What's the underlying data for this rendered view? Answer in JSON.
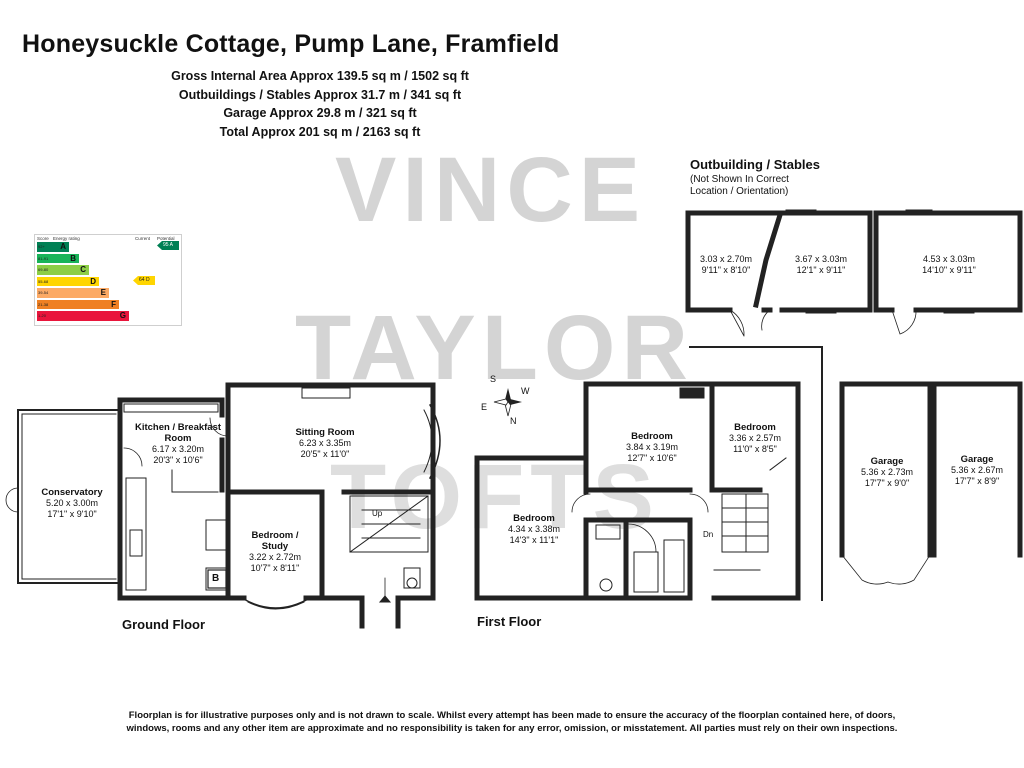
{
  "header": {
    "title": "Honeysuckle Cottage, Pump Lane, Framfield",
    "areas": [
      "Gross Internal Area Approx 139.5 sq m / 1502 sq ft",
      "Outbuildings / Stables Approx 31.7 m / 341 sq ft",
      "Garage Approx 29.8 m / 321 sq ft",
      "Total Approx 201 sq m / 2163 sq ft"
    ]
  },
  "watermark": {
    "line1": "VINCE",
    "line2": "TAYLOR",
    "line3": "TOFTS"
  },
  "epc": {
    "header_score": "Score",
    "header_rating": "Energy rating",
    "header_current": "Current",
    "header_potential": "Potential",
    "bands": [
      {
        "range": "92+",
        "letter": "A",
        "color": "#008054"
      },
      {
        "range": "81-91",
        "letter": "B",
        "color": "#19b459"
      },
      {
        "range": "69-80",
        "letter": "C",
        "color": "#8dce46"
      },
      {
        "range": "55-68",
        "letter": "D",
        "color": "#ffd500"
      },
      {
        "range": "39-54",
        "letter": "E",
        "color": "#fcaa65"
      },
      {
        "range": "21-38",
        "letter": "F",
        "color": "#ef8023"
      },
      {
        "range": "1-20",
        "letter": "G",
        "color": "#e9153b"
      }
    ],
    "current": "64 D",
    "potential": "95 A",
    "current_color": "#ffd500",
    "potential_color": "#008054"
  },
  "ground_floor": {
    "label": "Ground Floor",
    "rooms": {
      "conservatory": {
        "name": "Conservatory",
        "metric": "5.20 x 3.00m",
        "imperial": "17'1\" x 9'10\""
      },
      "kitchen": {
        "name": "Kitchen / Breakfast Room",
        "metric": "6.17 x 3.20m",
        "imperial": "20'3\" x 10'6\""
      },
      "sitting": {
        "name": "Sitting Room",
        "metric": "6.23 x 3.35m",
        "imperial": "20'5\" x 11'0\""
      },
      "bedroom_study": {
        "name": "Bedroom / Study",
        "metric": "3.22 x 2.72m",
        "imperial": "10'7\" x 8'11\""
      }
    },
    "stairs": "Up",
    "boiler": "B"
  },
  "first_floor": {
    "label": "First Floor",
    "rooms": {
      "bed1": {
        "name": "Bedroom",
        "metric": "3.84 x 3.19m",
        "imperial": "12'7\" x 10'6\""
      },
      "bed2": {
        "name": "Bedroom",
        "metric": "3.36 x 2.57m",
        "imperial": "11'0\" x 8'5\""
      },
      "bed3": {
        "name": "Bedroom",
        "metric": "4.34 x 3.38m",
        "imperial": "14'3\" x 11'1\""
      }
    },
    "stairs": "Dn"
  },
  "outbuilding": {
    "title": "Outbuilding / Stables",
    "note": [
      "(Not Shown In Correct",
      "Location / Orientation)"
    ],
    "rooms": [
      {
        "metric": "3.03 x 2.70m",
        "imperial": "9'11\" x 8'10\""
      },
      {
        "metric": "3.67 x 3.03m",
        "imperial": "12'1\" x 9'11\""
      },
      {
        "metric": "4.53 x 3.03m",
        "imperial": "14'10\" x 9'11\""
      }
    ]
  },
  "garages": [
    {
      "name": "Garage",
      "metric": "5.36 x 2.73m",
      "imperial": "17'7\" x 9'0\""
    },
    {
      "name": "Garage",
      "metric": "5.36 x 2.67m",
      "imperial": "17'7\" x 8'9\""
    }
  ],
  "compass": {
    "n": "N",
    "s": "S",
    "e": "E",
    "w": "W"
  },
  "disclaimer": [
    "Floorplan is for illustrative purposes only and is not drawn to scale. Whilst every attempt has been made to ensure the accuracy of the floorplan contained here, of doors,",
    "windows, rooms  and any other item are approximate and no responsibility is taken for any error, omission, or misstatement. All parties must rely on their own inspections."
  ]
}
